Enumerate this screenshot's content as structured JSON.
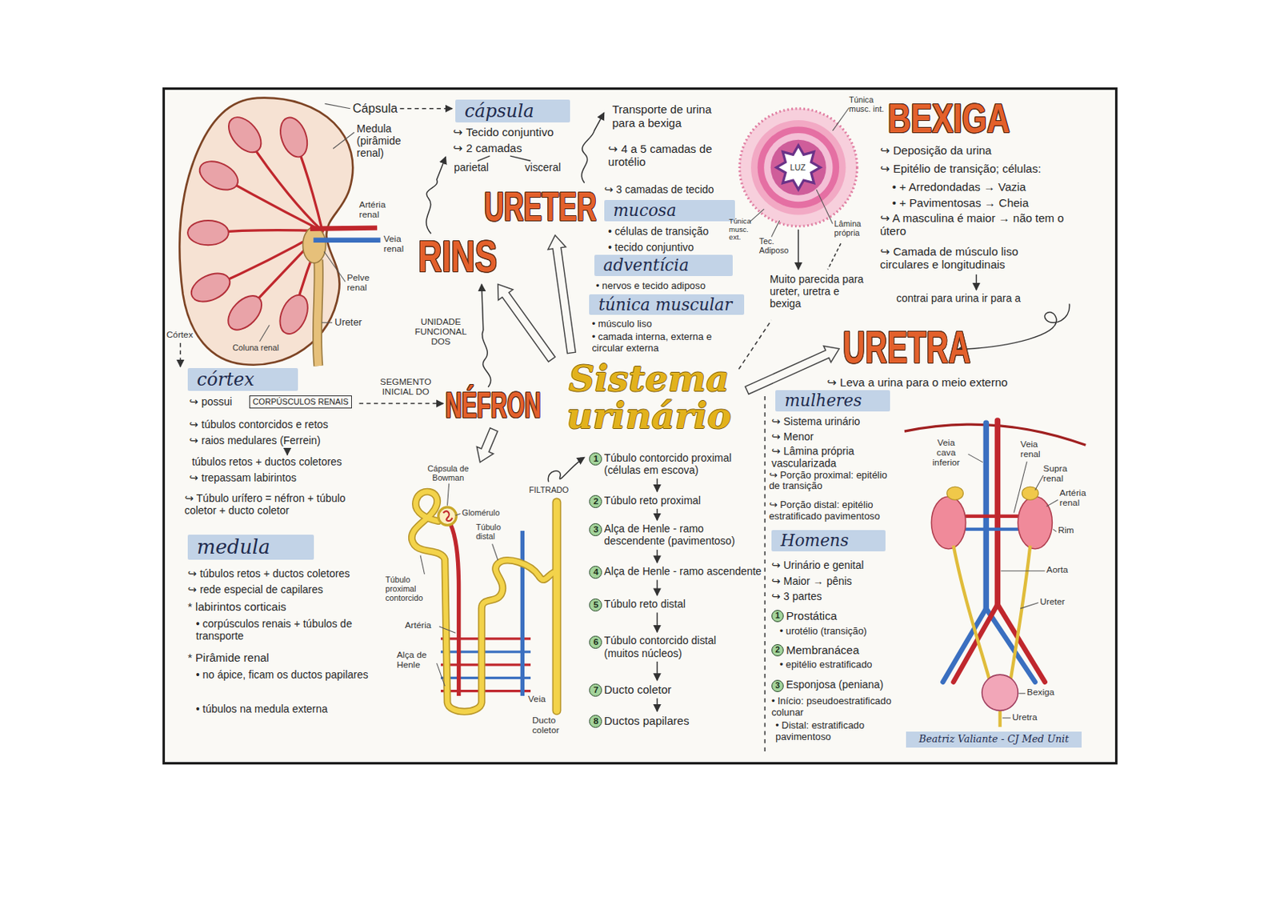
{
  "diagram": {
    "title": "Sistema urinário",
    "nodes": [
      {
        "text": [
          "cápsula"
        ]
      },
      {
        "text": [
          "mucosa"
        ]
      },
      {
        "text": [
          "adventícia"
        ]
      },
      {
        "text": [
          "túnica muscular"
        ]
      },
      {
        "text": [
          "córtex"
        ]
      },
      {
        "text": [
          "CORPÚSCULOS RENAIS"
        ]
      },
      {
        "text": [
          "medula"
        ]
      },
      {
        "text": [
          "1"
        ]
      },
      {
        "text": [
          "2"
        ]
      },
      {
        "text": [
          "3"
        ]
      },
      {
        "text": [
          "4"
        ]
      },
      {
        "text": [
          "5"
        ]
      },
      {
        "text": [
          "6"
        ]
      },
      {
        "text": [
          "7"
        ]
      },
      {
        "text": [
          "8"
        ]
      },
      {
        "text": [
          "mulheres"
        ]
      },
      {
        "text": [
          "Homens"
        ]
      },
      {
        "text": [
          "1"
        ]
      },
      {
        "text": [
          "2"
        ]
      },
      {
        "text": [
          "3"
        ]
      },
      {
        "text": [
          "Beatriz Valiante - CJ Med Unit"
        ]
      }
    ],
    "labels": [
      "Cápsula",
      "Medula (pirâmide renal)",
      "Artéria renal",
      "Veia renal",
      "Pelve renal",
      "Ureter",
      "Córtex",
      "Coluna renal",
      "↪ Tecido conjuntivo",
      "↪ 2 camadas",
      "parietal",
      "visceral",
      "RINS",
      "URETER",
      "UNIDADE FUNCIONAL DOS",
      "Transporte de urina para a bexiga",
      "↪ 4 a 5 camadas de urotélio",
      "↪ 3 camadas de tecido",
      "• células de transição",
      "• tecido conjuntivo",
      "• nervos e tecido adiposo",
      "• músculo liso",
      "• camada interna, externa e circular externa",
      "Túnica musc. int.",
      "LUZ",
      "Túnica musc. ext.",
      "Tec. Adiposo",
      "Lâmina própria",
      "Muito parecida para ureter, uretra e bexiga",
      "BEXIGA",
      "↪ Deposição da urina",
      "↪ Epitélio de transição; células:",
      "• + Arredondadas → Vazia",
      "• + Pavimentosas → Cheia",
      "↪ A masculina é maior → não tem o útero",
      "↪ Camada de músculo liso circulares e longitudinais",
      "contrai para urina ir para a",
      "URETRA",
      "↪ Leva a urina para o meio externo",
      "↪ possui",
      "SEGMENTO INICIAL DO",
      "NÉFRON",
      "↪ túbulos contorcidos e retos",
      "↪ raios medulares (Ferrein)",
      "túbulos retos + ductos coletores",
      "↪ trepassam labirintos",
      "↪ Túbulo urífero = néfron + túbulo coletor + ducto coletor",
      "↪ túbulos retos + ductos coletores",
      "↪ rede especial de capilares",
      "* labirintos corticais",
      "• corpúsculos renais + túbulos de transporte",
      "* Pirâmide renal",
      "• no ápice, ficam os ductos papilares",
      "• túbulos na medula externa",
      "Cápsula de Bowman",
      "Glomérulo",
      "Túbulo distal",
      "Túbulo proximal contorcido",
      "Artéria",
      "Alça de Henle",
      "Veia",
      "Ducto coletor",
      "FILTRADO",
      "Túbulo contorcido proximal (células em escova)",
      "Túbulo reto proximal",
      "Alça de Henle - ramo descendente (pavimentoso)",
      "Alça de Henle - ramo ascendente",
      "Túbulo reto distal",
      "Túbulo contorcido distal (muitos núcleos)",
      "Ducto coletor",
      "Ductos papilares",
      "↪ Sistema urinário",
      "↪ Menor",
      "↪ Lâmina própria vascularizada",
      "↪ Porção proximal: epitélio de transição",
      "↪ Porção distal: epitélio estratificado pavimentoso",
      "↪ Urinário e genital",
      "↪ Maior → pênis",
      "↪ 3 partes",
      "Prostática",
      "• urotélio (transição)",
      "Membranácea",
      "• epitélio estratificado",
      "Esponjosa (peniana)",
      "• Início: pseudoestratificado colunar",
      "• Distal: estratificado pavimentoso",
      "Veia cava inferior",
      "Veia renal",
      "Supra renal",
      "Artéria renal",
      "Rim",
      "Aorta",
      "Ureter",
      "Bexiga",
      "Uretra"
    ]
  }
}
